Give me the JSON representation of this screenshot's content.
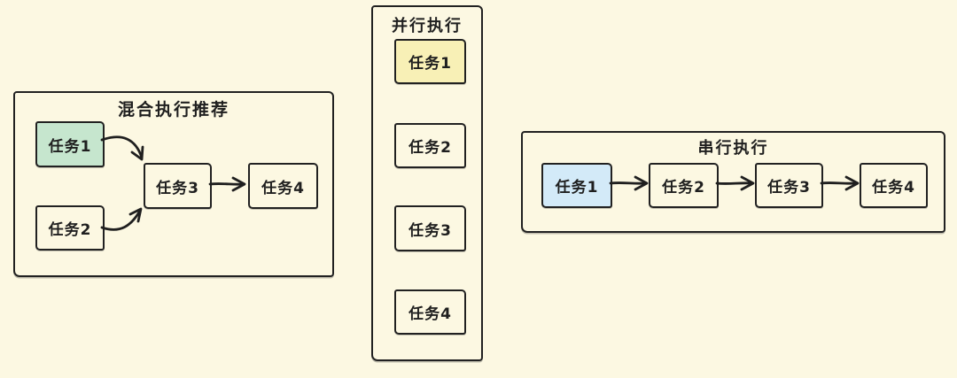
{
  "app": {
    "background_color": "#fcf8e2",
    "stroke_color": "#1f1f1f"
  },
  "groups": {
    "mixed": {
      "title": "混合执行推荐",
      "tasks": {
        "t1": {
          "label": "任务1",
          "fill": "#c6e6ce"
        },
        "t2": {
          "label": "任务2",
          "fill": "transparent"
        },
        "t3": {
          "label": "任务3",
          "fill": "transparent"
        },
        "t4": {
          "label": "任务4",
          "fill": "transparent"
        }
      },
      "edges": [
        "任务1 → 任务3",
        "任务2 → 任务3",
        "任务3 → 任务4"
      ]
    },
    "parallel": {
      "title": "并行执行",
      "tasks": {
        "t1": {
          "label": "任务1",
          "fill": "#f8f0b6"
        },
        "t2": {
          "label": "任务2",
          "fill": "transparent"
        },
        "t3": {
          "label": "任务3",
          "fill": "transparent"
        },
        "t4": {
          "label": "任务4",
          "fill": "transparent"
        }
      },
      "edges": []
    },
    "serial": {
      "title": "串行执行",
      "tasks": {
        "t1": {
          "label": "任务1",
          "fill": "#d3eaf8"
        },
        "t2": {
          "label": "任务2",
          "fill": "transparent"
        },
        "t3": {
          "label": "任务3",
          "fill": "transparent"
        },
        "t4": {
          "label": "任务4",
          "fill": "transparent"
        }
      },
      "edges": [
        "任务1 → 任务2",
        "任务2 → 任务3",
        "任务3 → 任务4"
      ]
    }
  }
}
